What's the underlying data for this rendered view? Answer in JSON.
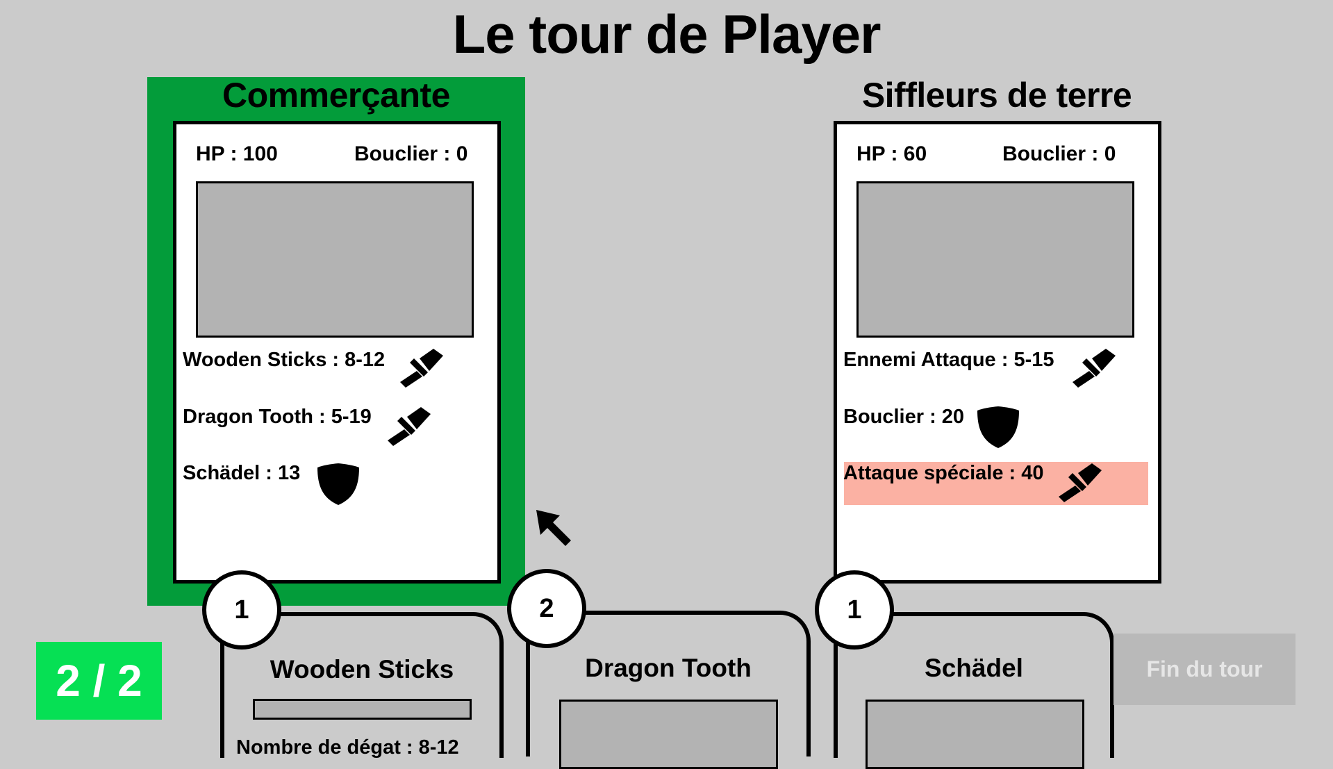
{
  "header": {
    "turn_title": "Le tour de Player"
  },
  "player": {
    "name": "Commerçante",
    "hp": "HP : 100",
    "shield": "Bouclier :  0",
    "actions": [
      {
        "label": "Wooden Sticks : 8-12",
        "icon": "sword-icon"
      },
      {
        "label": "Dragon Tooth : 5-19",
        "icon": "sword-icon"
      },
      {
        "label": "Schädel : 13",
        "icon": "shield-icon"
      }
    ]
  },
  "enemy": {
    "name": "Siffleurs de terre",
    "hp": "HP : 60",
    "shield": "Bouclier :  0",
    "actions": [
      {
        "label": "Ennemi Attaque : 5-15",
        "icon": "sword-icon"
      },
      {
        "label": "Bouclier : 20",
        "icon": "shield-icon"
      },
      {
        "label": "Attaque spéciale : 40",
        "icon": "sword-icon",
        "highlight": "#fbb1a3"
      }
    ]
  },
  "hand": [
    {
      "cost": "1",
      "title": "Wooden Sticks",
      "detail": "Nombre de dégat : 8-12"
    },
    {
      "cost": "2",
      "title": "Dragon Tooth"
    },
    {
      "cost": "1",
      "title": "Schädel"
    }
  ],
  "energy": {
    "text": "2 / 2"
  },
  "controls": {
    "end_turn_label": "Fin du tour"
  },
  "colors": {
    "background": "#cbcbcb",
    "player_highlight": "#039c3a",
    "energy": "#06e054",
    "special_highlight": "#fbb1a3",
    "end_turn_bg": "#b9b9b9"
  }
}
